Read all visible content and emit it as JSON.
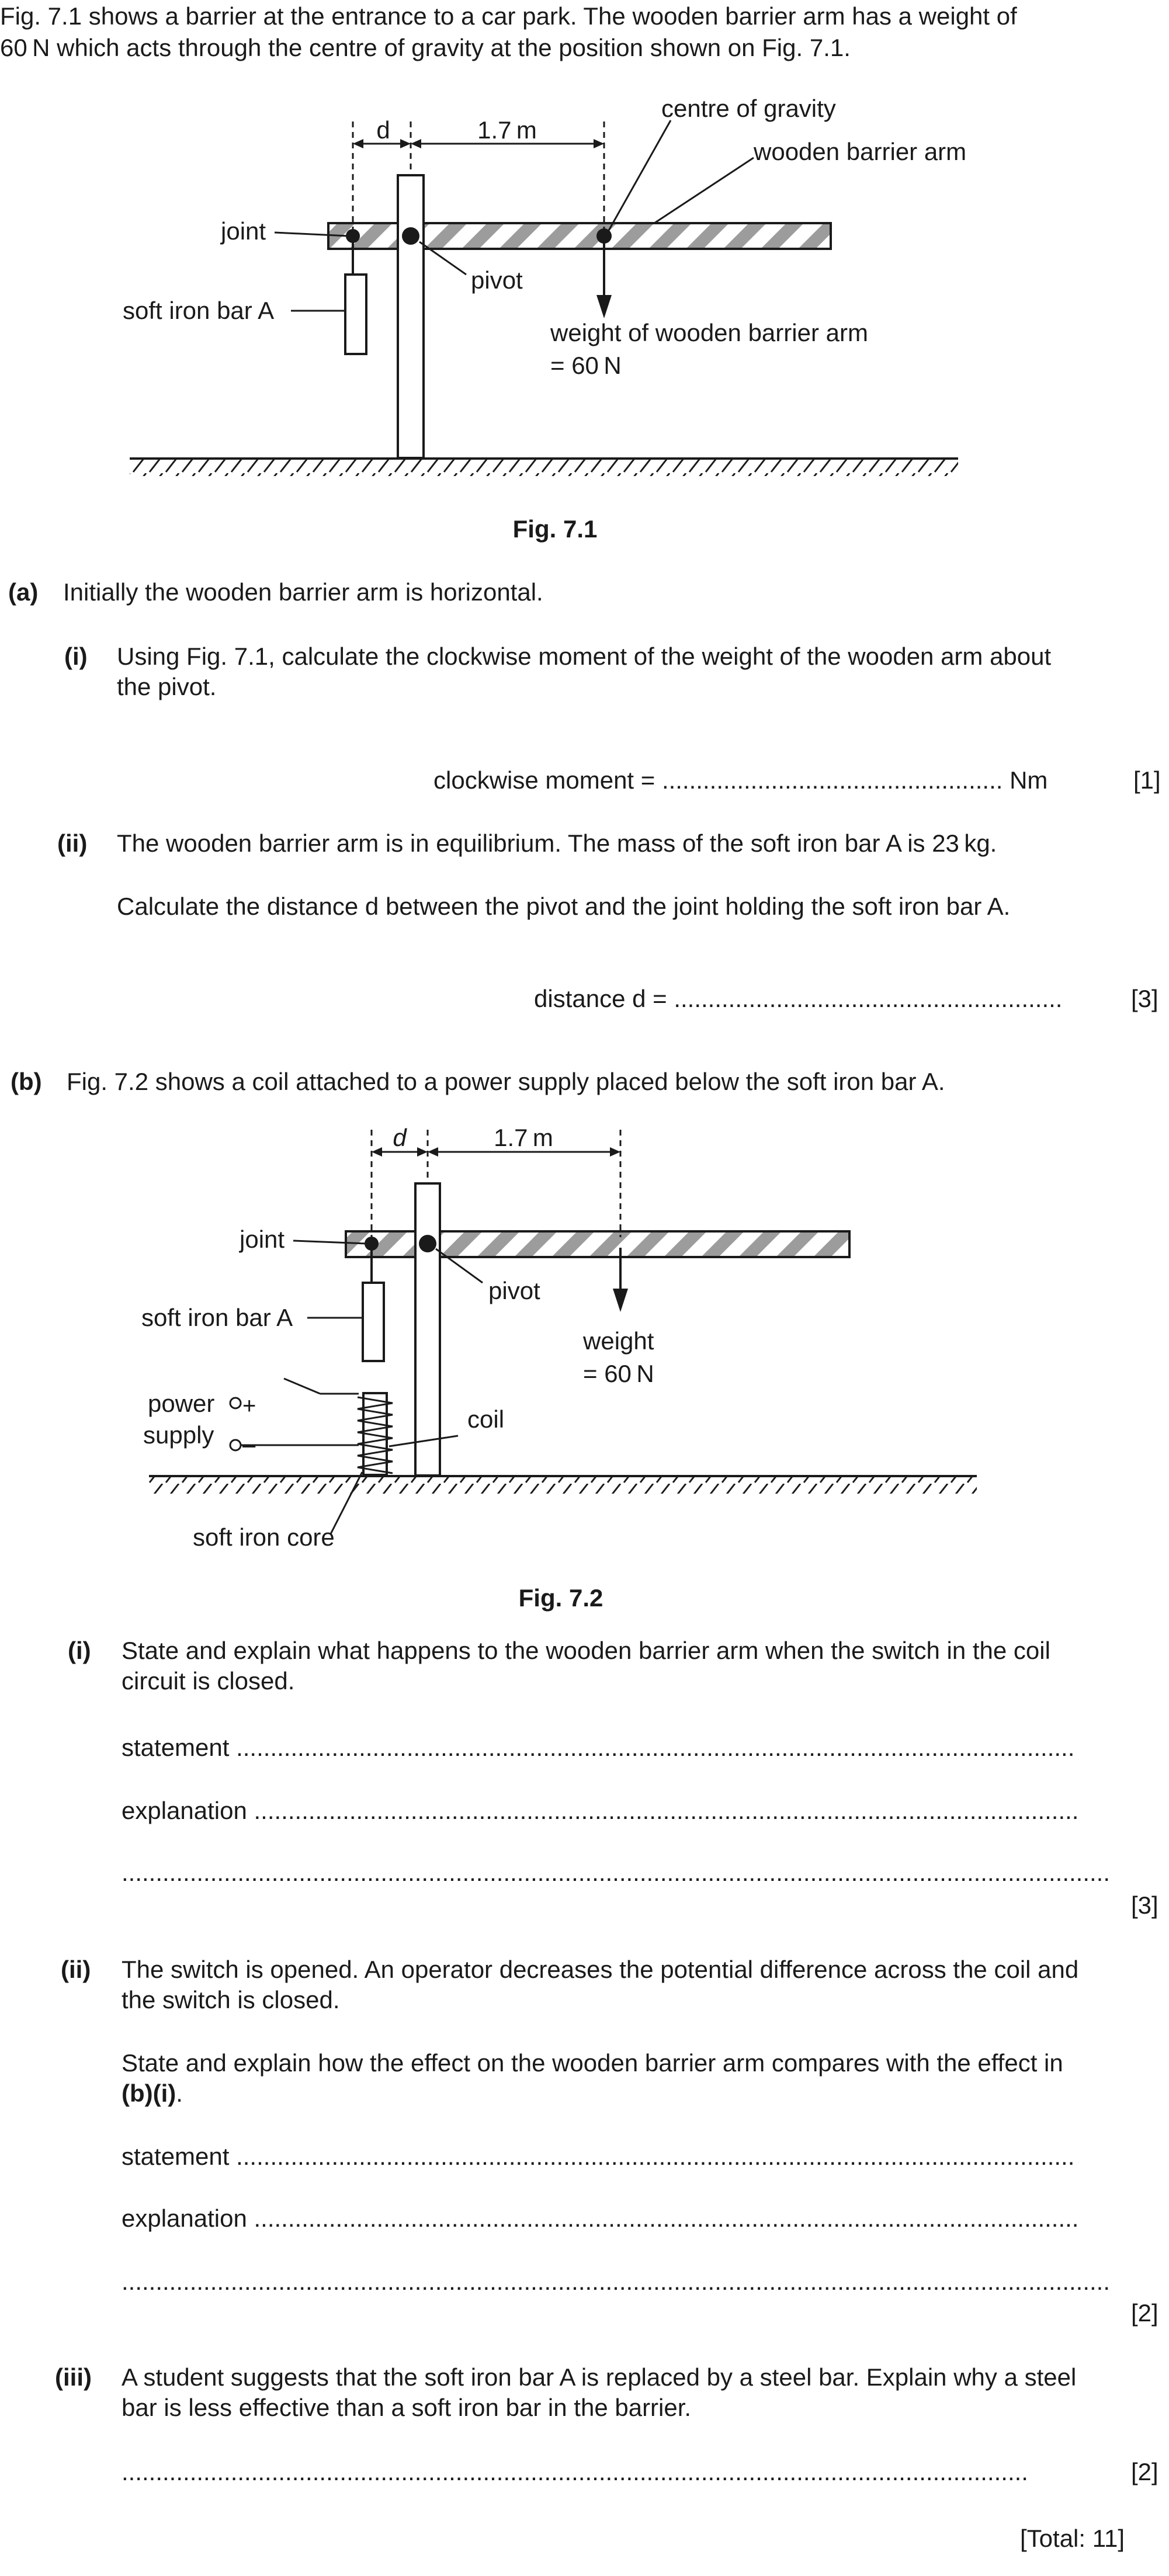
{
  "intro": {
    "line1": "Fig. 7.1 shows a barrier at the entrance to a car park. The wooden barrier arm has a weight of",
    "line2": "60 N which acts through the centre of gravity at the position shown on Fig. 7.1."
  },
  "fig1": {
    "d": "d",
    "dist": "1.7 m",
    "cog": "centre of gravity",
    "arm": "wooden barrier arm",
    "joint": "joint",
    "pivot": "pivot",
    "bar": "soft iron bar A",
    "weight1": "weight of wooden barrier arm",
    "weight2": "= 60 N",
    "caption": "Fig. 7.1"
  },
  "a": {
    "label": "(a)",
    "text": "Initially the wooden barrier arm is horizontal.",
    "i": {
      "label": "(i)",
      "line1": "Using Fig. 7.1, calculate the clockwise moment of the weight of the wooden arm about",
      "line2": "the pivot.",
      "answer": "clockwise moment = .................................................. Nm",
      "marks": "[1]"
    },
    "ii": {
      "label": "(ii)",
      "line1": "The wooden barrier arm is in equilibrium. The mass of the soft iron bar A is 23 kg.",
      "line2": "Calculate the distance d between the pivot and the joint holding the soft iron bar A.",
      "answer": "distance d = .........................................................",
      "marks": "[3]"
    }
  },
  "b": {
    "label": "(b)",
    "text": "Fig. 7.2 shows a coil attached to a power supply placed below the soft iron bar A.",
    "i": {
      "label": "(i)",
      "line1": "State and explain what happens to the wooden barrier arm when the switch in the coil",
      "line2": "circuit is closed.",
      "statement": "statement ...........................................................................................................................",
      "explanation": "explanation .........................................................................................................................",
      "dots": ".................................................................................................................................................",
      "marks": "[3]"
    },
    "ii": {
      "label": "(ii)",
      "line1": "The switch is opened. An operator decreases the potential difference across the coil and",
      "line2": "the switch is closed.",
      "line3": "State and explain how the effect on the wooden barrier arm compares with the effect in",
      "ref": "(b)(i)",
      "period": ".",
      "statement": "statement ...........................................................................................................................",
      "explanation": "explanation .........................................................................................................................",
      "dots": ".................................................................................................................................................",
      "marks": "[2]"
    },
    "iii": {
      "label": "(iii)",
      "line1": "A student suggests that the soft iron bar A is replaced by a steel bar. Explain why a steel",
      "line2": "bar is less effective than a soft iron bar in the barrier.",
      "dots": ".....................................................................................................................................",
      "marks": "[2]"
    }
  },
  "fig2": {
    "d": "d",
    "dist": "1.7 m",
    "joint": "joint",
    "pivot": "pivot",
    "bar": "soft iron bar A",
    "weight1": "weight",
    "weight2": "= 60 N",
    "coil": "coil",
    "power": "power",
    "supply": "supply",
    "plus": "+",
    "minus": "–",
    "core": "soft iron core",
    "caption": "Fig. 7.2"
  },
  "total": "[Total: 11]"
}
